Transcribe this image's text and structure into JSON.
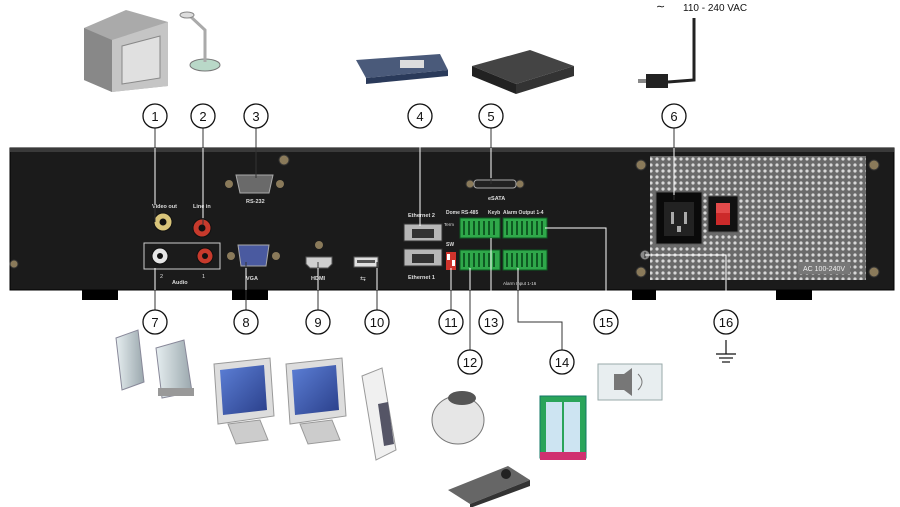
{
  "power": {
    "voltage_label": "110 - 240 VAC"
  },
  "panel": {
    "video_out": "Video out",
    "line_in": "Line in",
    "rs232": "RS-232",
    "audio": "Audio",
    "vga": "VGA",
    "hdmi": "HDMI",
    "ethernet2": "Ethernet 2",
    "ethernet1": "Ethernet 1",
    "esata": "eSATA",
    "dome": "Dome RS-485",
    "term": "Term",
    "sw": "SW",
    "keyb": "Keyb",
    "alarm_output": "Alarm Output 1-4",
    "alarm_input": "Alarm Input 1-16",
    "ac_rating": "AC 100-240V",
    "audio_num_left": "2",
    "audio_num_right": "1"
  },
  "callouts": [
    "1",
    "2",
    "3",
    "4",
    "5",
    "6",
    "7",
    "8",
    "9",
    "10",
    "11",
    "12",
    "13",
    "14",
    "15",
    "16"
  ],
  "colors": {
    "panel": "#1a1a1a",
    "terminal_green": "#2fa84a",
    "terminal_red": "#d0342c",
    "rca_red": "#c9a51e",
    "power_red": "#cc2a2a"
  }
}
